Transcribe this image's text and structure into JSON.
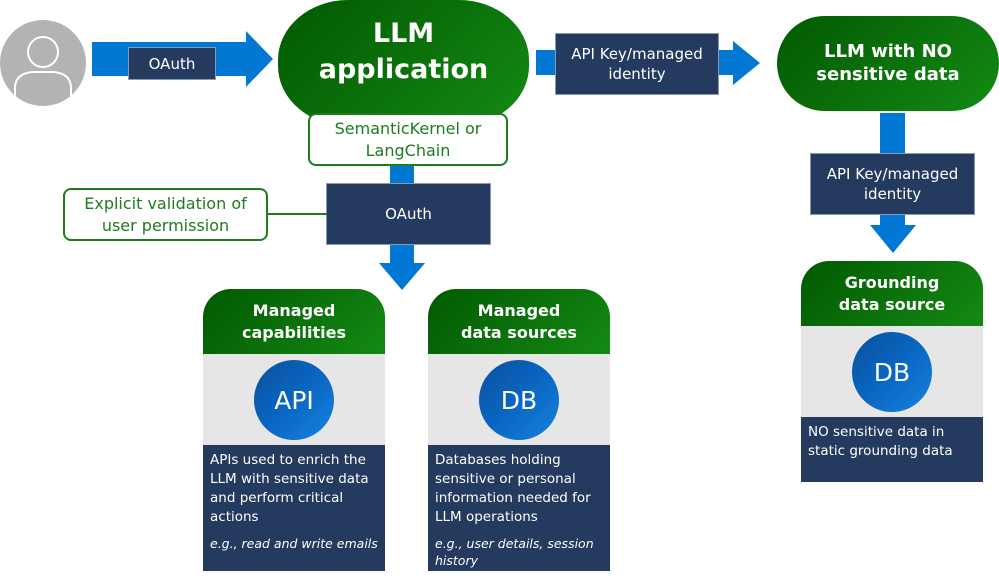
{
  "user": {
    "icon": "user-avatar-icon"
  },
  "edges": {
    "user_to_app": "OAuth",
    "app_to_llm_no_sensitive": "API Key/managed identity",
    "llm_no_sensitive_to_grounding": "API Key/managed identity",
    "app_to_managed": "OAuth"
  },
  "nodes": {
    "llm_app": {
      "line1": "LLM",
      "line2": "application"
    },
    "framework": {
      "line1": "SemanticKernel or",
      "line2": "LangChain"
    },
    "llm_no_sensitive": {
      "line1": "LLM with NO",
      "line2": "sensitive data"
    },
    "validation": {
      "line1": "Explicit validation of",
      "line2": "user permission"
    }
  },
  "cards": [
    {
      "title1": "Managed",
      "title2": "capabilities",
      "badge": "API",
      "description": "APIs used to enrich the LLM with sensitive data and perform critical actions",
      "example": "e.g., read and write emails"
    },
    {
      "title1": "Managed",
      "title2": "data sources",
      "badge": "DB",
      "description": "Databases holding sensitive or personal information needed for LLM operations",
      "example": "e.g., user details, session history"
    },
    {
      "title1": "Grounding",
      "title2": "data source",
      "badge": "DB",
      "description": "NO sensitive data in static grounding data",
      "example": ""
    }
  ],
  "colors": {
    "green": "#107c10",
    "navy": "#243a5e",
    "arrow_blue": "#0078d4",
    "panel_grey": "#e6e6e6",
    "avatar_grey": "#b3b3b3"
  }
}
